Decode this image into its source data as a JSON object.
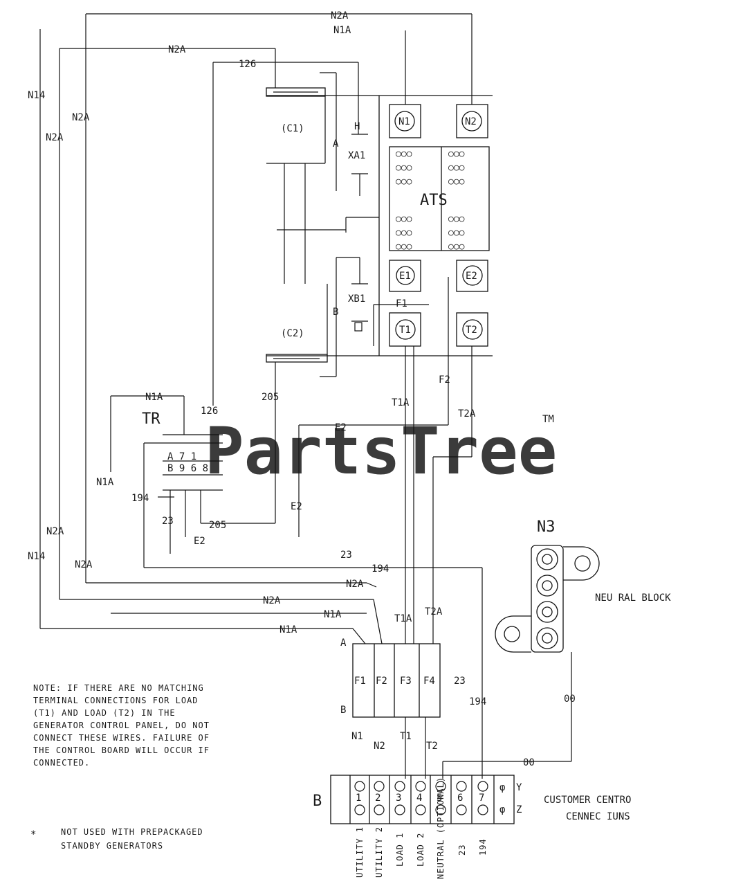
{
  "watermark": {
    "text": "PartsTree",
    "tm": "TM"
  },
  "components": {
    "ats": "ATS",
    "c1": "(C1)",
    "c2": "(C2)",
    "xa1": "XA1",
    "xb1": "XB1",
    "h": "H",
    "a": "A",
    "b": "B",
    "f1": "F1",
    "tr": "TR",
    "tr_taps_row1": "A  7  1",
    "tr_taps_row2": "B  9  6  8",
    "n3": "N3",
    "neutral_block": "NEU RAL BLOCK",
    "fuse_a": "A",
    "fuse_b": "B",
    "f1_fuse": "F1",
    "f2_fuse": "F2",
    "f3_fuse": "F3",
    "f4_fuse": "F4",
    "terminal_block_label": "B",
    "customer_conn": [
      "CUSTOMER CENTRO",
      "CENNEC IUNS"
    ]
  },
  "terminals": {
    "n1": "N1",
    "n2": "N2",
    "e1": "E1",
    "e2": "E2",
    "t1": "T1",
    "t2": "T2"
  },
  "wires": {
    "n2a": "N2A",
    "n1a": "N1A",
    "n1_4": "N14",
    "w126": "126",
    "w205": "205",
    "w194": "194",
    "w23": "23",
    "e2": "E2",
    "t1a": "T1A",
    "t2a": "T2A",
    "f2": "F2",
    "w00": "00",
    "n1": "N1",
    "n2": "N2",
    "t1": "T1",
    "t2": "T2",
    "e2w": "E2"
  },
  "terminal_strip": {
    "numbers": [
      "1",
      "2",
      "3",
      "4",
      "5",
      "6",
      "7"
    ],
    "labels": [
      "UTILITY 1",
      "UTILITY 2",
      "LOAD 1",
      "LOAD 2",
      "NEUTRAL (OPTIONAL)",
      "23",
      "194"
    ],
    "yz": [
      "Y",
      "Z"
    ]
  },
  "notes": {
    "main": [
      "NOTE: IF THERE ARE NO MATCHING",
      "TERMINAL CONNECTIONS FOR LOAD",
      "(T1) AND LOAD (T2) IN THE",
      "GENERATOR CONTROL PANEL, DO NOT",
      "CONNECT THESE WIRES. FAILURE OF",
      "THE CONTROL BOARD WILL OCCUR IF",
      "CONNECTED."
    ],
    "star": "*",
    "star_text": [
      "NOT USED WITH PREPACKAGED",
      "STANDBY GENERATORS"
    ]
  }
}
